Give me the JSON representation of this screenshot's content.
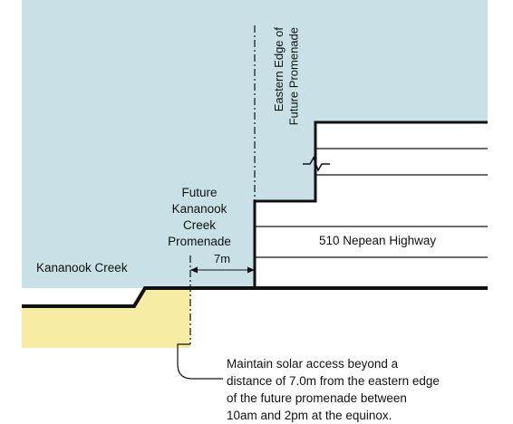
{
  "labels": {
    "eastern_edge_line1": "Eastern Edge of",
    "eastern_edge_line2": "Future Promenade",
    "promenade": [
      "Future",
      "Kananook",
      "Creek",
      "Promenade"
    ],
    "creek": "Kananook Creek",
    "building": "510 Nepean Highway",
    "offset": "7m"
  },
  "note": [
    "Maintain solar access beyond a",
    "distance of 7.0m from the eastern edge",
    "of the future promenade between",
    "10am and 2pm at the equinox."
  ],
  "colors": {
    "sky": "#c9e1e6",
    "shadow_zone": "#f7eca4",
    "line": "#111111",
    "building_fill": "#ffffff"
  }
}
